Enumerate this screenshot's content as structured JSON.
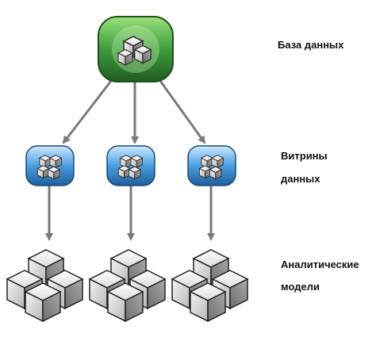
{
  "labels": {
    "database": "База данных",
    "data_marts_line1": "Витрины",
    "data_marts_line2": "данных",
    "analytic_models_line1": "Аналитические",
    "analytic_models_line2": "модели"
  },
  "colors": {
    "database_green": "#3f9c3f",
    "mart_blue": "#4a9ee0",
    "arrow_gray": "#7a7a7a",
    "cube_gray": "#c8c8c8"
  },
  "icons": {
    "database": "database-cylinder-icon",
    "data_mart": "data-mart-cylinder-icon",
    "analytic_model": "cube-cluster-icon"
  }
}
